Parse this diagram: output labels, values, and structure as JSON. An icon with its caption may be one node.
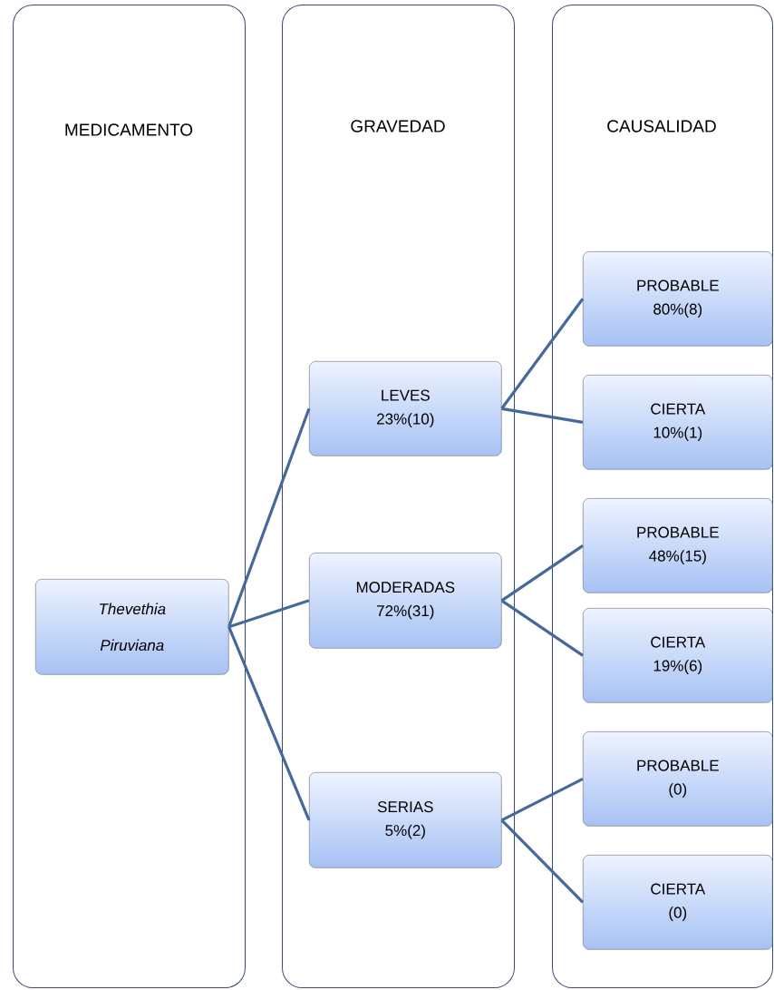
{
  "diagram": {
    "nodes": [
      {
        "text": [
          "MEDICAMENTO"
        ]
      },
      {
        "text": [
          "GRAVEDAD"
        ]
      },
      {
        "text": [
          "CAUSALIDAD"
        ]
      },
      {
        "text": [
          "Thevethia Piruviana"
        ],
        "in": 0
      },
      {
        "text": [
          "LEVES",
          "23%(10)"
        ],
        "in": 1
      },
      {
        "text": [
          "MODERADAS",
          "72%(31)"
        ],
        "in": 1
      },
      {
        "text": [
          "SERIAS",
          "5%(2)"
        ],
        "in": 1
      },
      {
        "text": [
          "PROBABLE",
          "80%(8)"
        ],
        "in": 2
      },
      {
        "text": [
          "CIERTA",
          "10%(1)"
        ],
        "in": 2
      },
      {
        "text": [
          "PROBABLE",
          "48%(15)"
        ],
        "in": 2
      },
      {
        "text": [
          "CIERTA",
          "19%(6)"
        ],
        "in": 2
      },
      {
        "text": [
          "PROBABLE",
          "(0)"
        ],
        "in": 2
      },
      {
        "text": [
          "CIERTA",
          "(0)"
        ],
        "in": 2
      }
    ],
    "edges": [
      {
        "from": 3,
        "to": 4,
        "arrow": "none"
      },
      {
        "from": 3,
        "to": 5,
        "arrow": "none"
      },
      {
        "from": 3,
        "to": 6,
        "arrow": "none"
      },
      {
        "from": 4,
        "to": 7,
        "arrow": "none"
      },
      {
        "from": 4,
        "to": 8,
        "arrow": "none"
      },
      {
        "from": 5,
        "to": 9,
        "arrow": "none"
      },
      {
        "from": 5,
        "to": 10,
        "arrow": "none"
      },
      {
        "from": 6,
        "to": 11,
        "arrow": "none"
      },
      {
        "from": 6,
        "to": 12,
        "arrow": "none"
      }
    ]
  }
}
